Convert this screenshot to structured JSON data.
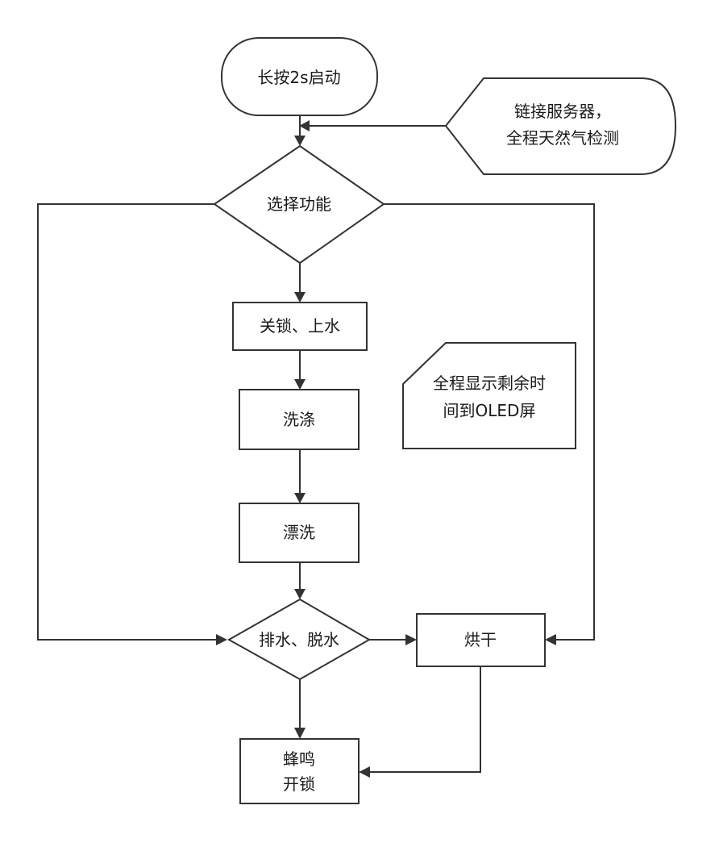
{
  "nodes": {
    "start": "长按2s启动",
    "network": [
      "链接服务器，",
      "全程天然气检测"
    ],
    "select": "选择功能",
    "lock_fill": "关锁、上水",
    "wash": "洗涤",
    "rinse": "漂洗",
    "drain": "排水、脱水",
    "dry": "烘干",
    "finish": [
      "蜂鸣",
      "开锁"
    ],
    "display_note": [
      "全程显示剩余时",
      "间到OLED屏"
    ]
  }
}
